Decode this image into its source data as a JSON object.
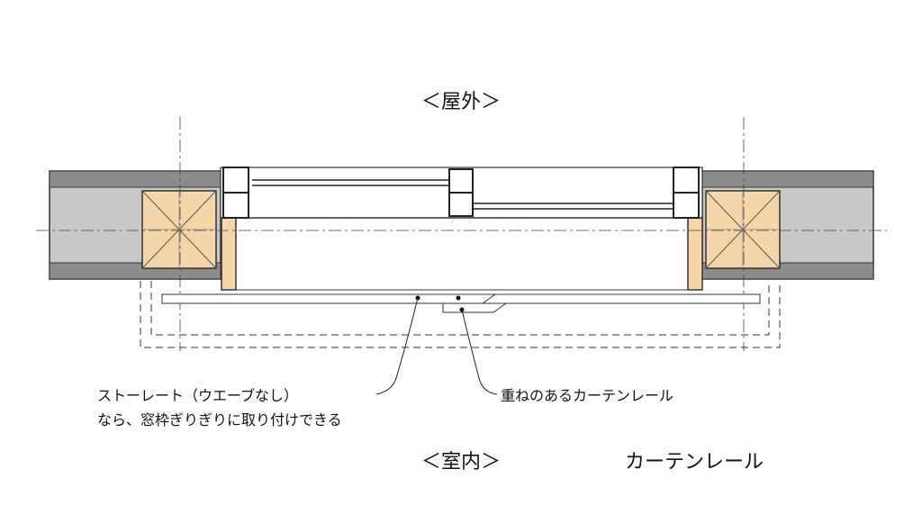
{
  "labels": {
    "outdoor": "＜屋外＞",
    "indoor": "＜室内＞",
    "title": "カーテンレール",
    "note_straight_line1": "ストーレート（ウエーブなし）",
    "note_straight_line2": "なら、窓枠ぎりぎりに取り付けできる",
    "note_overlap": "重ねのあるカーテンレール"
  },
  "colors": {
    "wall_fill": "#c8c8c8",
    "wall_edge": "#8c8c8c",
    "wood_fill": "#f6d6a8",
    "line": "#222222",
    "dash": "#333333"
  }
}
